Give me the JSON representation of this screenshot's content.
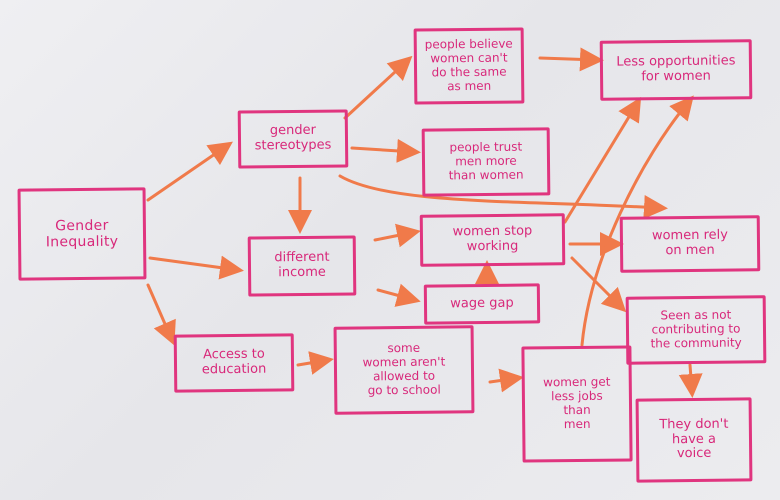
{
  "colors": {
    "box_ink": "#e0357f",
    "arrow_ink": "#f07a4a",
    "paper": "#ececef"
  },
  "corner_text": "",
  "nodes": {
    "gender_inequality": "Gender\nInequality",
    "gender_stereotypes": "gender\nstereotypes",
    "people_believe": "people believe\nwomen can't\ndo the same\nas men",
    "less_opportunities": "Less opportunities\nfor women",
    "people_trust": "people trust\nmen more\nthan women",
    "different_income": "different\nincome",
    "women_stop_working": "women stop\nworking",
    "women_rely": "women rely\non men",
    "wage_gap": "wage gap",
    "seen_as_not": "Seen as not\ncontributing to\nthe community",
    "access_education": "Access to\neducation",
    "some_women": "some\nwomen aren't\nallowed to\ngo to school",
    "women_get_less": "women get\nless jobs\nthan\nmen",
    "no_voice": "They don't\nhave a\nvoice"
  }
}
